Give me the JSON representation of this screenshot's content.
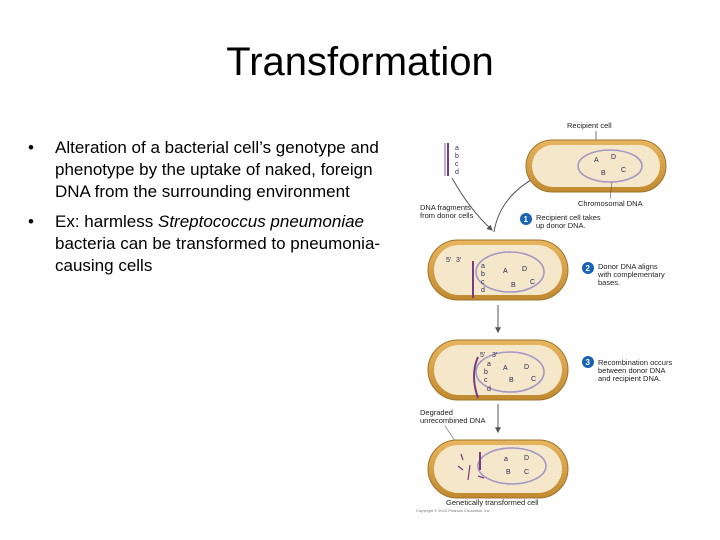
{
  "title": "Transformation",
  "bullets": [
    {
      "marker": "•",
      "pre": "Alteration of a bacterial cell’s genotype and phenotype by the uptake of naked, foreign DNA from the surrounding environment",
      "italic": "",
      "post": ""
    },
    {
      "marker": "•",
      "pre": "Ex: harmless ",
      "italic": "Streptococcus pneumoniae",
      "post": " bacteria can be transformed to pneumonia-causing cells"
    }
  ],
  "figure": {
    "recipient_cell": "Recipient cell",
    "dna_fragments": [
      "DNA fragments",
      "from donor cells"
    ],
    "chromosomal_dna": "Chromosomal DNA",
    "steps": [
      {
        "num": "1",
        "lines": [
          "Recipient cell takes",
          "up donor DNA."
        ]
      },
      {
        "num": "2",
        "lines": [
          "Donor DNA aligns",
          "with complementary",
          "bases."
        ]
      },
      {
        "num": "3",
        "lines": [
          "Recombination occurs",
          "between donor DNA",
          "and recipient DNA."
        ]
      }
    ],
    "degraded": [
      "Degraded",
      "unrecombined DNA"
    ],
    "final_label": "Genetically transformed cell",
    "copyright": "Copyright © 2010 Pearson Education, Inc.",
    "strand_ends": {
      "five": "5’",
      "three": "3’"
    },
    "genes_donor": [
      "a",
      "b",
      "c",
      "d"
    ],
    "genes_recipient": [
      "A",
      "B",
      "C",
      "D"
    ],
    "final_genes": [
      "a",
      "B",
      "C",
      "D"
    ]
  },
  "colors": {
    "cell_outline": "#c89a3a",
    "cell_fill": "#f3e3c4",
    "donor_dna": "#7a3b86",
    "recipient_dna": "#a497c4",
    "step_badge": "#1a63b3",
    "arrow": "#555555"
  }
}
